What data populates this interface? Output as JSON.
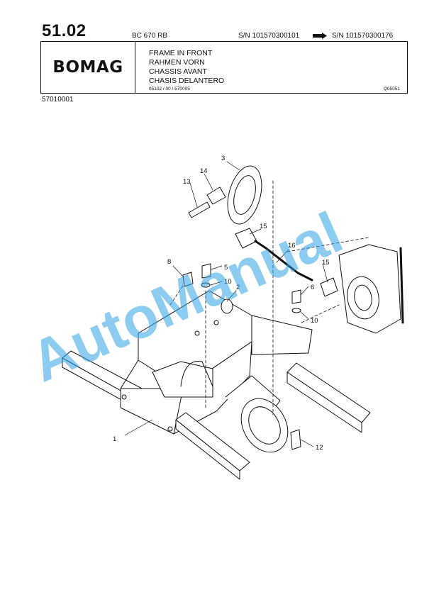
{
  "header": {
    "page_number": "51.02",
    "model": "BC 670 RB",
    "serial_from": "S/N 101570300101",
    "serial_to": "S/N 101570300176"
  },
  "title_block": {
    "logo_text": "BOMAG",
    "titles": [
      "FRAME IN FRONT",
      "RAHMEN VORN",
      "CHASSIS AVANT",
      "CHASIS DELANTERO"
    ],
    "ref": "05102 / 00 / 570005",
    "drawing_code": "Q05051"
  },
  "part_number": "57010001",
  "callouts": [
    "1",
    "2",
    "3",
    "5",
    "6",
    "8",
    "10",
    "10",
    "12",
    "13",
    "14",
    "15",
    "15",
    "16"
  ],
  "watermark": "AutoManual",
  "colors": {
    "watermark": "#2fa3e6",
    "ink": "#111111"
  }
}
